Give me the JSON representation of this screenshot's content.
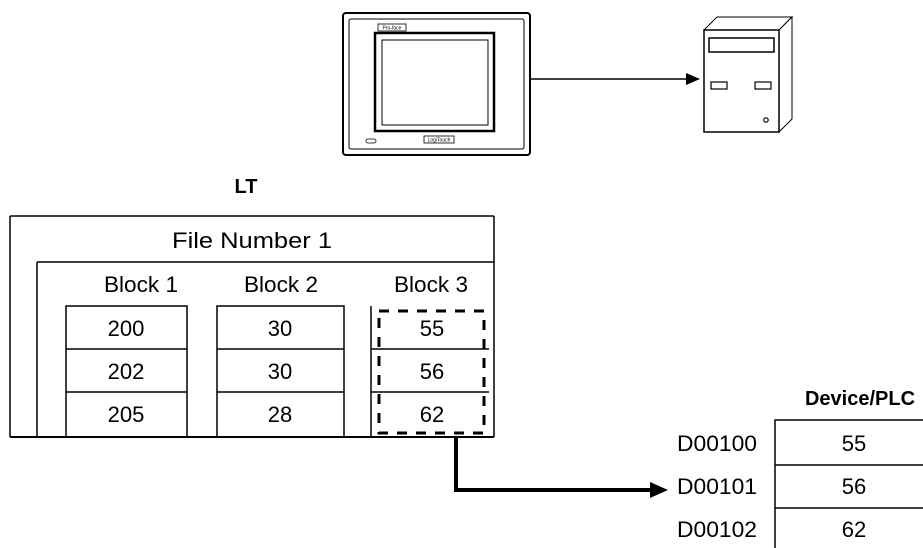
{
  "lt_label": "LT",
  "lt_table": {
    "file_label": "File Number 1",
    "blocks": [
      {
        "label": "Block 1",
        "values": [
          "200",
          "202",
          "205"
        ]
      },
      {
        "label": "Block 2",
        "values": [
          "30",
          "30",
          "28"
        ]
      },
      {
        "label": "Block 3",
        "values": [
          "55",
          "56",
          "62"
        ]
      }
    ]
  },
  "device": {
    "title": "Device/PLC",
    "rows": [
      {
        "address": "D00100",
        "value": "55"
      },
      {
        "address": "D00101",
        "value": "56"
      },
      {
        "address": "D00102",
        "value": "62"
      }
    ]
  },
  "hmi_logos": {
    "top": "Pro-face",
    "bottom": "LogiTouch"
  },
  "colors": {
    "line": "#000000",
    "background": "#ffffff"
  }
}
